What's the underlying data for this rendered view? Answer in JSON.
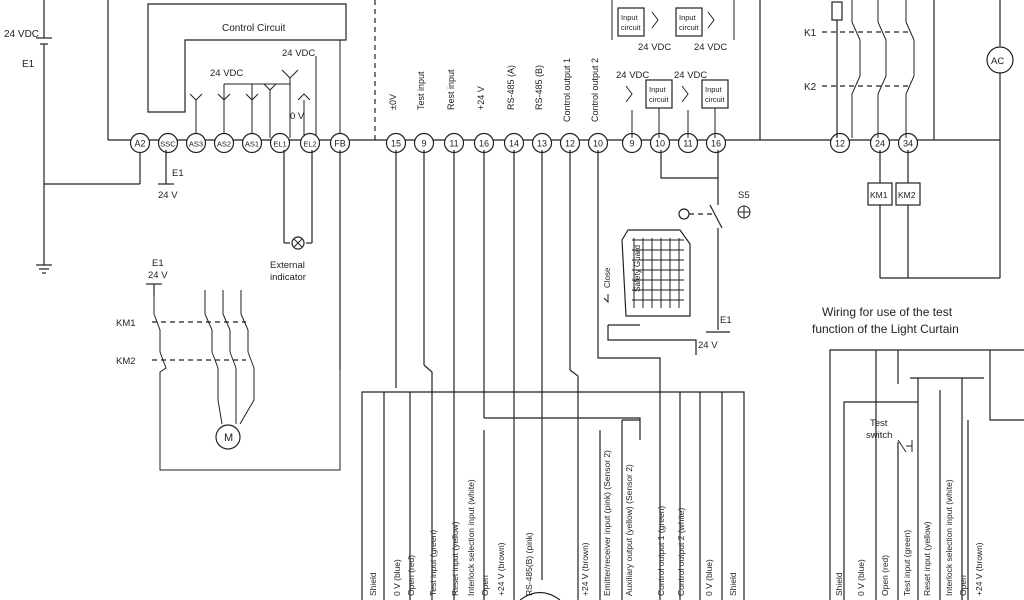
{
  "supply": {
    "voltage": "24 VDC",
    "name": "E1"
  },
  "control_circuit": {
    "label": "Control Circuit",
    "supply": "24 VDC",
    "zero_v": "0 V"
  },
  "relay_terminals": [
    "A2",
    "SSC",
    "AS3",
    "AS2",
    "AS1",
    "EL1",
    "EL2",
    "FB",
    "15",
    "9",
    "11",
    "16",
    "14",
    "13",
    "12",
    "10",
    "9",
    "10",
    "11",
    "16",
    "12",
    "24",
    "34"
  ],
  "ground_ref": {
    "name": "E1",
    "voltage": "24 V"
  },
  "indicator": {
    "line1": "External",
    "line2": "indicator"
  },
  "motor_section": {
    "supply_name": "E1",
    "supply_voltage": "24 V",
    "contactor1": "KM1",
    "contactor2": "KM2",
    "motor": "M"
  },
  "signal_labels": [
    "±0V",
    "Test input",
    "Rest input",
    "+24 V",
    "RS-485 (A)",
    "RS-485 (B)",
    "Control output 1",
    "Control output 2"
  ],
  "input_circuits": {
    "label1": "Input",
    "label2": "circuit",
    "supply": "24 VDC"
  },
  "switch": {
    "name": "S5"
  },
  "safety_guard": {
    "text": "Safety Guard",
    "close": "Close",
    "supply_name": "E1",
    "supply_voltage": "24 V"
  },
  "relay_contacts": {
    "k1": "K1",
    "k2": "K2",
    "km1": "KM1",
    "km2": "KM2",
    "ac": "AC"
  },
  "cable_wires": [
    "Shield",
    "0 V (blue)",
    "Open (red)",
    "Test input (green)",
    "Reset input (yellow)",
    "Interlock selection input (white)",
    "Open",
    "+24 V (brown)",
    "RS-485(B) (pink)",
    "+24 V (brown)",
    "Emitter/receiver input (pink) (Sensor 2)",
    "Auxiliary output (yellow) (Sensor 2)",
    "Control output 1 (green)",
    "Control output 2 (white)",
    "0 V (blue)",
    "Shield"
  ],
  "test_wiring": {
    "title_line1": "Wiring for use of the test",
    "title_line2": "function of the Light Curtain",
    "switch_line1": "Test",
    "switch_line2": "switch",
    "wires": [
      "Shield",
      "0 V (blue)",
      "Open (red)",
      "Test input (green)",
      "Reset input (yellow)",
      "Interlock selection input (white)",
      "Open",
      "+24 V (brown)"
    ]
  }
}
